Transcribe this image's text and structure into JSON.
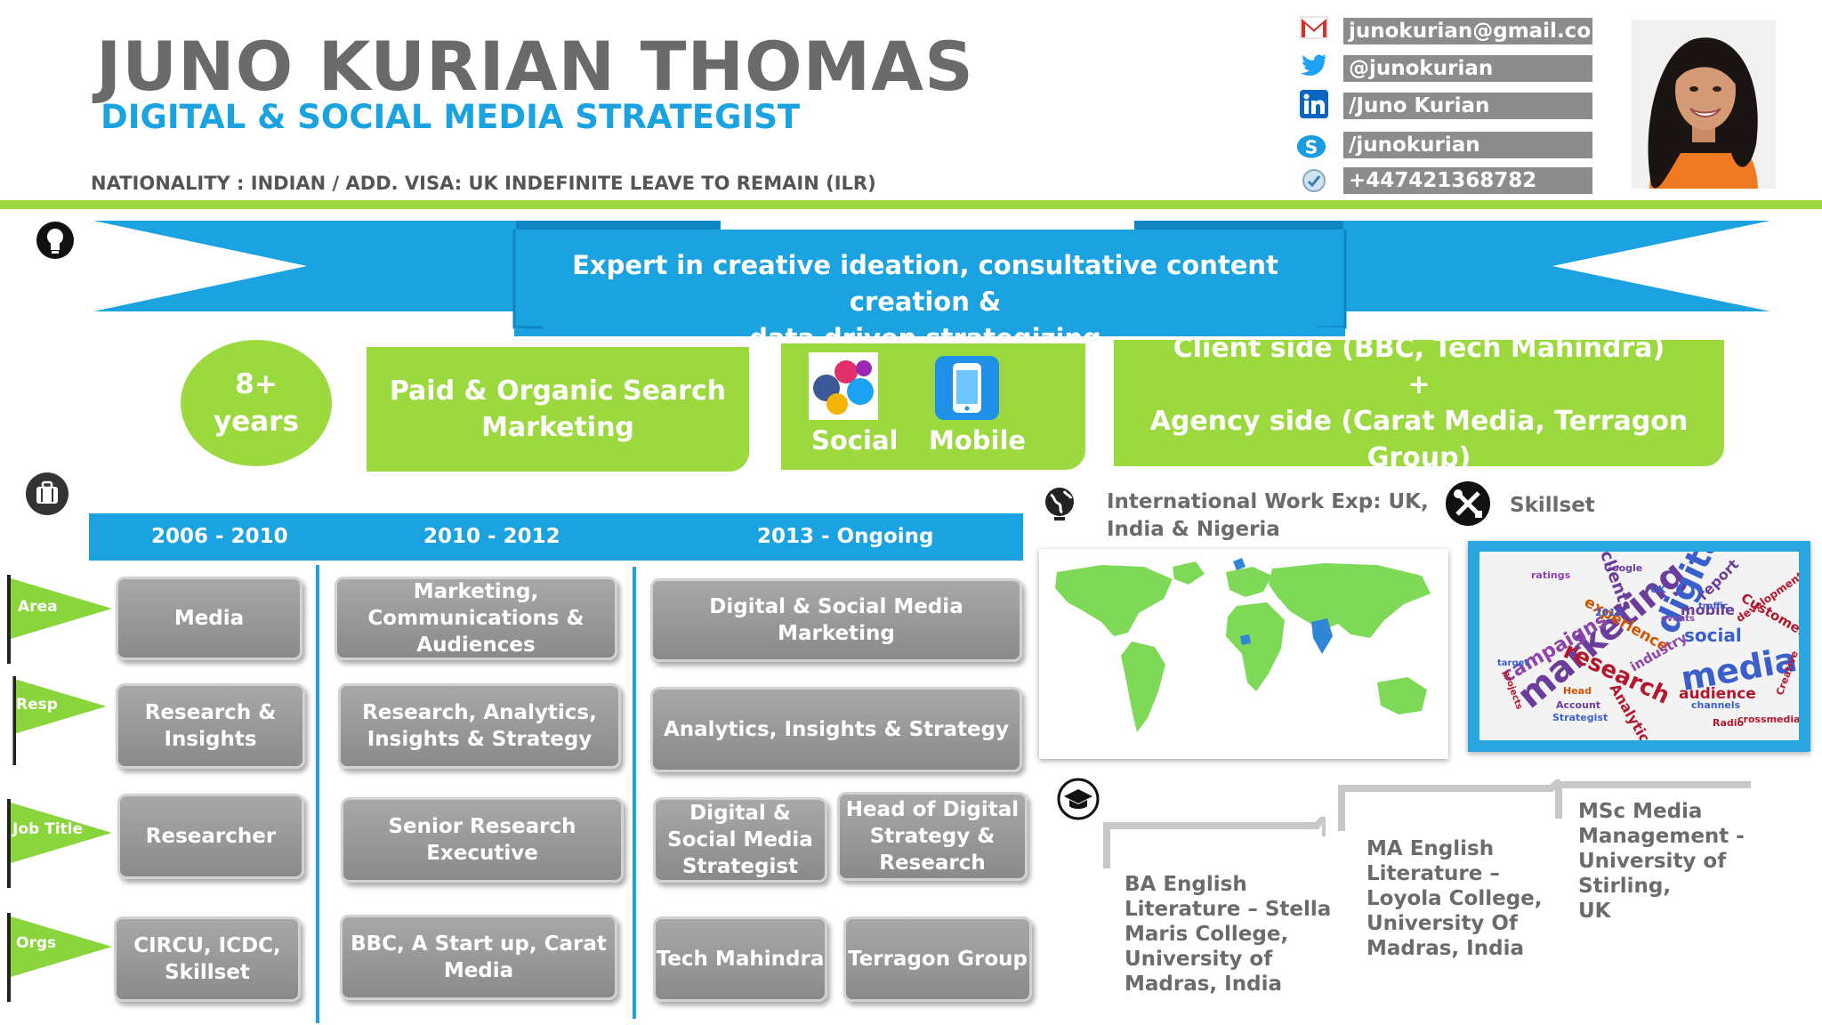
{
  "header": {
    "name": "JUNO KURIAN THOMAS",
    "role": "DIGITAL & SOCIAL MEDIA STRATEGIST",
    "nationality": "NATIONALITY : INDIAN  / ADD. VISA: UK INDEFINITE LEAVE TO REMAIN (ILR)"
  },
  "contacts": [
    {
      "icon": "gmail-icon",
      "value": "junokurian@gmail.com"
    },
    {
      "icon": "twitter-icon",
      "value": "@junokurian"
    },
    {
      "icon": "linkedin-icon",
      "value": "/Juno Kurian"
    },
    {
      "icon": "skype-icon",
      "value": "/junokurian"
    },
    {
      "icon": "phone-icon",
      "value": "+447421368782"
    }
  ],
  "banner": {
    "line1": "Expert in creative ideation, consultative content creation &",
    "line2": "data driven strategizing"
  },
  "highlights": {
    "years_line1": "8+",
    "years_line2": "years",
    "search_line1": "Paid & Organic Search",
    "search_line2": "Marketing",
    "social_label": "Social",
    "mobile_label": "Mobile",
    "client_line1": "Client side (BBC, Tech Mahindra)",
    "client_plus": "+",
    "client_line2": "Agency side (Carat Media, Terragon Group)"
  },
  "timeline": {
    "periods": [
      "2006 - 2010",
      "2010 - 2012",
      "2013 - Ongoing"
    ],
    "row_labels": [
      "Area",
      "Resp",
      "Job Title",
      "Orgs"
    ],
    "area": [
      "Media",
      "Marketing, Communications & Audiences",
      "Digital & Social Media Marketing"
    ],
    "resp": [
      "Research & Insights",
      "Research, Analytics, Insights & Strategy",
      "Analytics,  Insights & Strategy"
    ],
    "job": [
      "Researcher",
      "Senior Research Executive",
      "Digital & Social Media Strategist",
      "Head of Digital Strategy & Research"
    ],
    "orgs": [
      "CIRCU, ICDC, Skillset",
      "BBC, A Start up, Carat Media",
      "Tech Mahindra",
      "Terragon Group"
    ]
  },
  "international": {
    "line1": "International Work Exp: UK,",
    "line2": "India & Nigeria"
  },
  "skillset": {
    "label": "Skillset",
    "words": [
      "marketing",
      "digital",
      "media",
      "research",
      "social",
      "campaigns",
      "audience",
      "Analytics",
      "experience",
      "clients",
      "mobile",
      "Customer",
      "industry",
      "traffic",
      "development",
      "report",
      "channels",
      "Strategist",
      "Google",
      "ratings",
      "Account",
      "crossmedia",
      "target",
      "Head",
      "projects",
      "2012",
      "UK",
      "Radio",
      "events",
      "Creative"
    ]
  },
  "education": [
    {
      "line1": "BA English",
      "line2": "Literature – Stella",
      "line3": "Maris College,",
      "line4": "University of",
      "line5": "Madras, India"
    },
    {
      "line1": "MA English",
      "line2": "Literature –",
      "line3": "Loyola College,",
      "line4": "University Of",
      "line5": "Madras, India"
    },
    {
      "line1": "MSc Media",
      "line2": "Management -",
      "line3": "University of Stirling,",
      "line4": "UK"
    }
  ],
  "colors": {
    "blue": "#1aa3e0",
    "green": "#9bd93f",
    "gray": "#8c8c8c",
    "map_green": "#7ed957"
  }
}
